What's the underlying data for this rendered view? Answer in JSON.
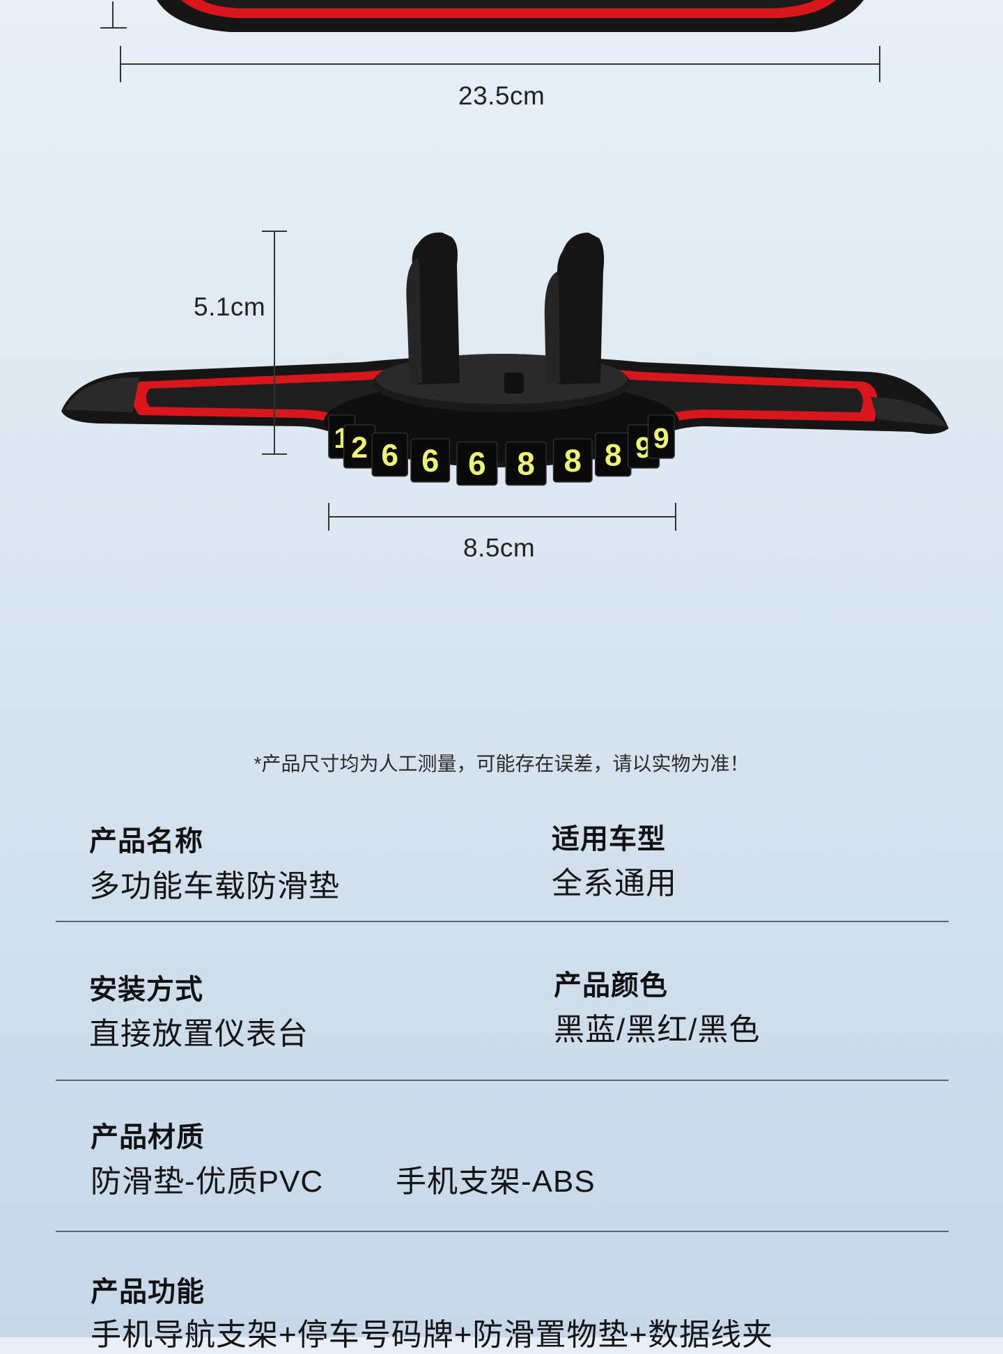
{
  "dimensions": {
    "width_label": "23.5cm",
    "height_label": "5.1cm",
    "base_label": "8.5cm"
  },
  "product_digits": [
    "1",
    "2",
    "6",
    "6",
    "6",
    "8",
    "8",
    "8",
    "9",
    "9"
  ],
  "note": "*产品尺寸均为人工测量，可能存在误差，请以实物为准！",
  "specs": {
    "name": {
      "title": "产品名称",
      "value": "多功能车载防滑垫"
    },
    "car_type": {
      "title": "适用车型",
      "value": "全系通用"
    },
    "install": {
      "title": "安装方式",
      "value": "直接放置仪表台"
    },
    "color": {
      "title": "产品颜色",
      "value": "黑蓝/黑红/黑色"
    },
    "material": {
      "title": "产品材质",
      "value_1": "防滑垫-优质PVC",
      "value_2": "手机支架-ABS"
    },
    "function": {
      "title": "产品功能",
      "value": "手机导航支架+停车号码牌+防滑置物垫+数据线夹"
    }
  },
  "colors": {
    "accent_red": "#d9161c",
    "mat_black": "#161616",
    "digit_yellow": "#eef27a"
  }
}
